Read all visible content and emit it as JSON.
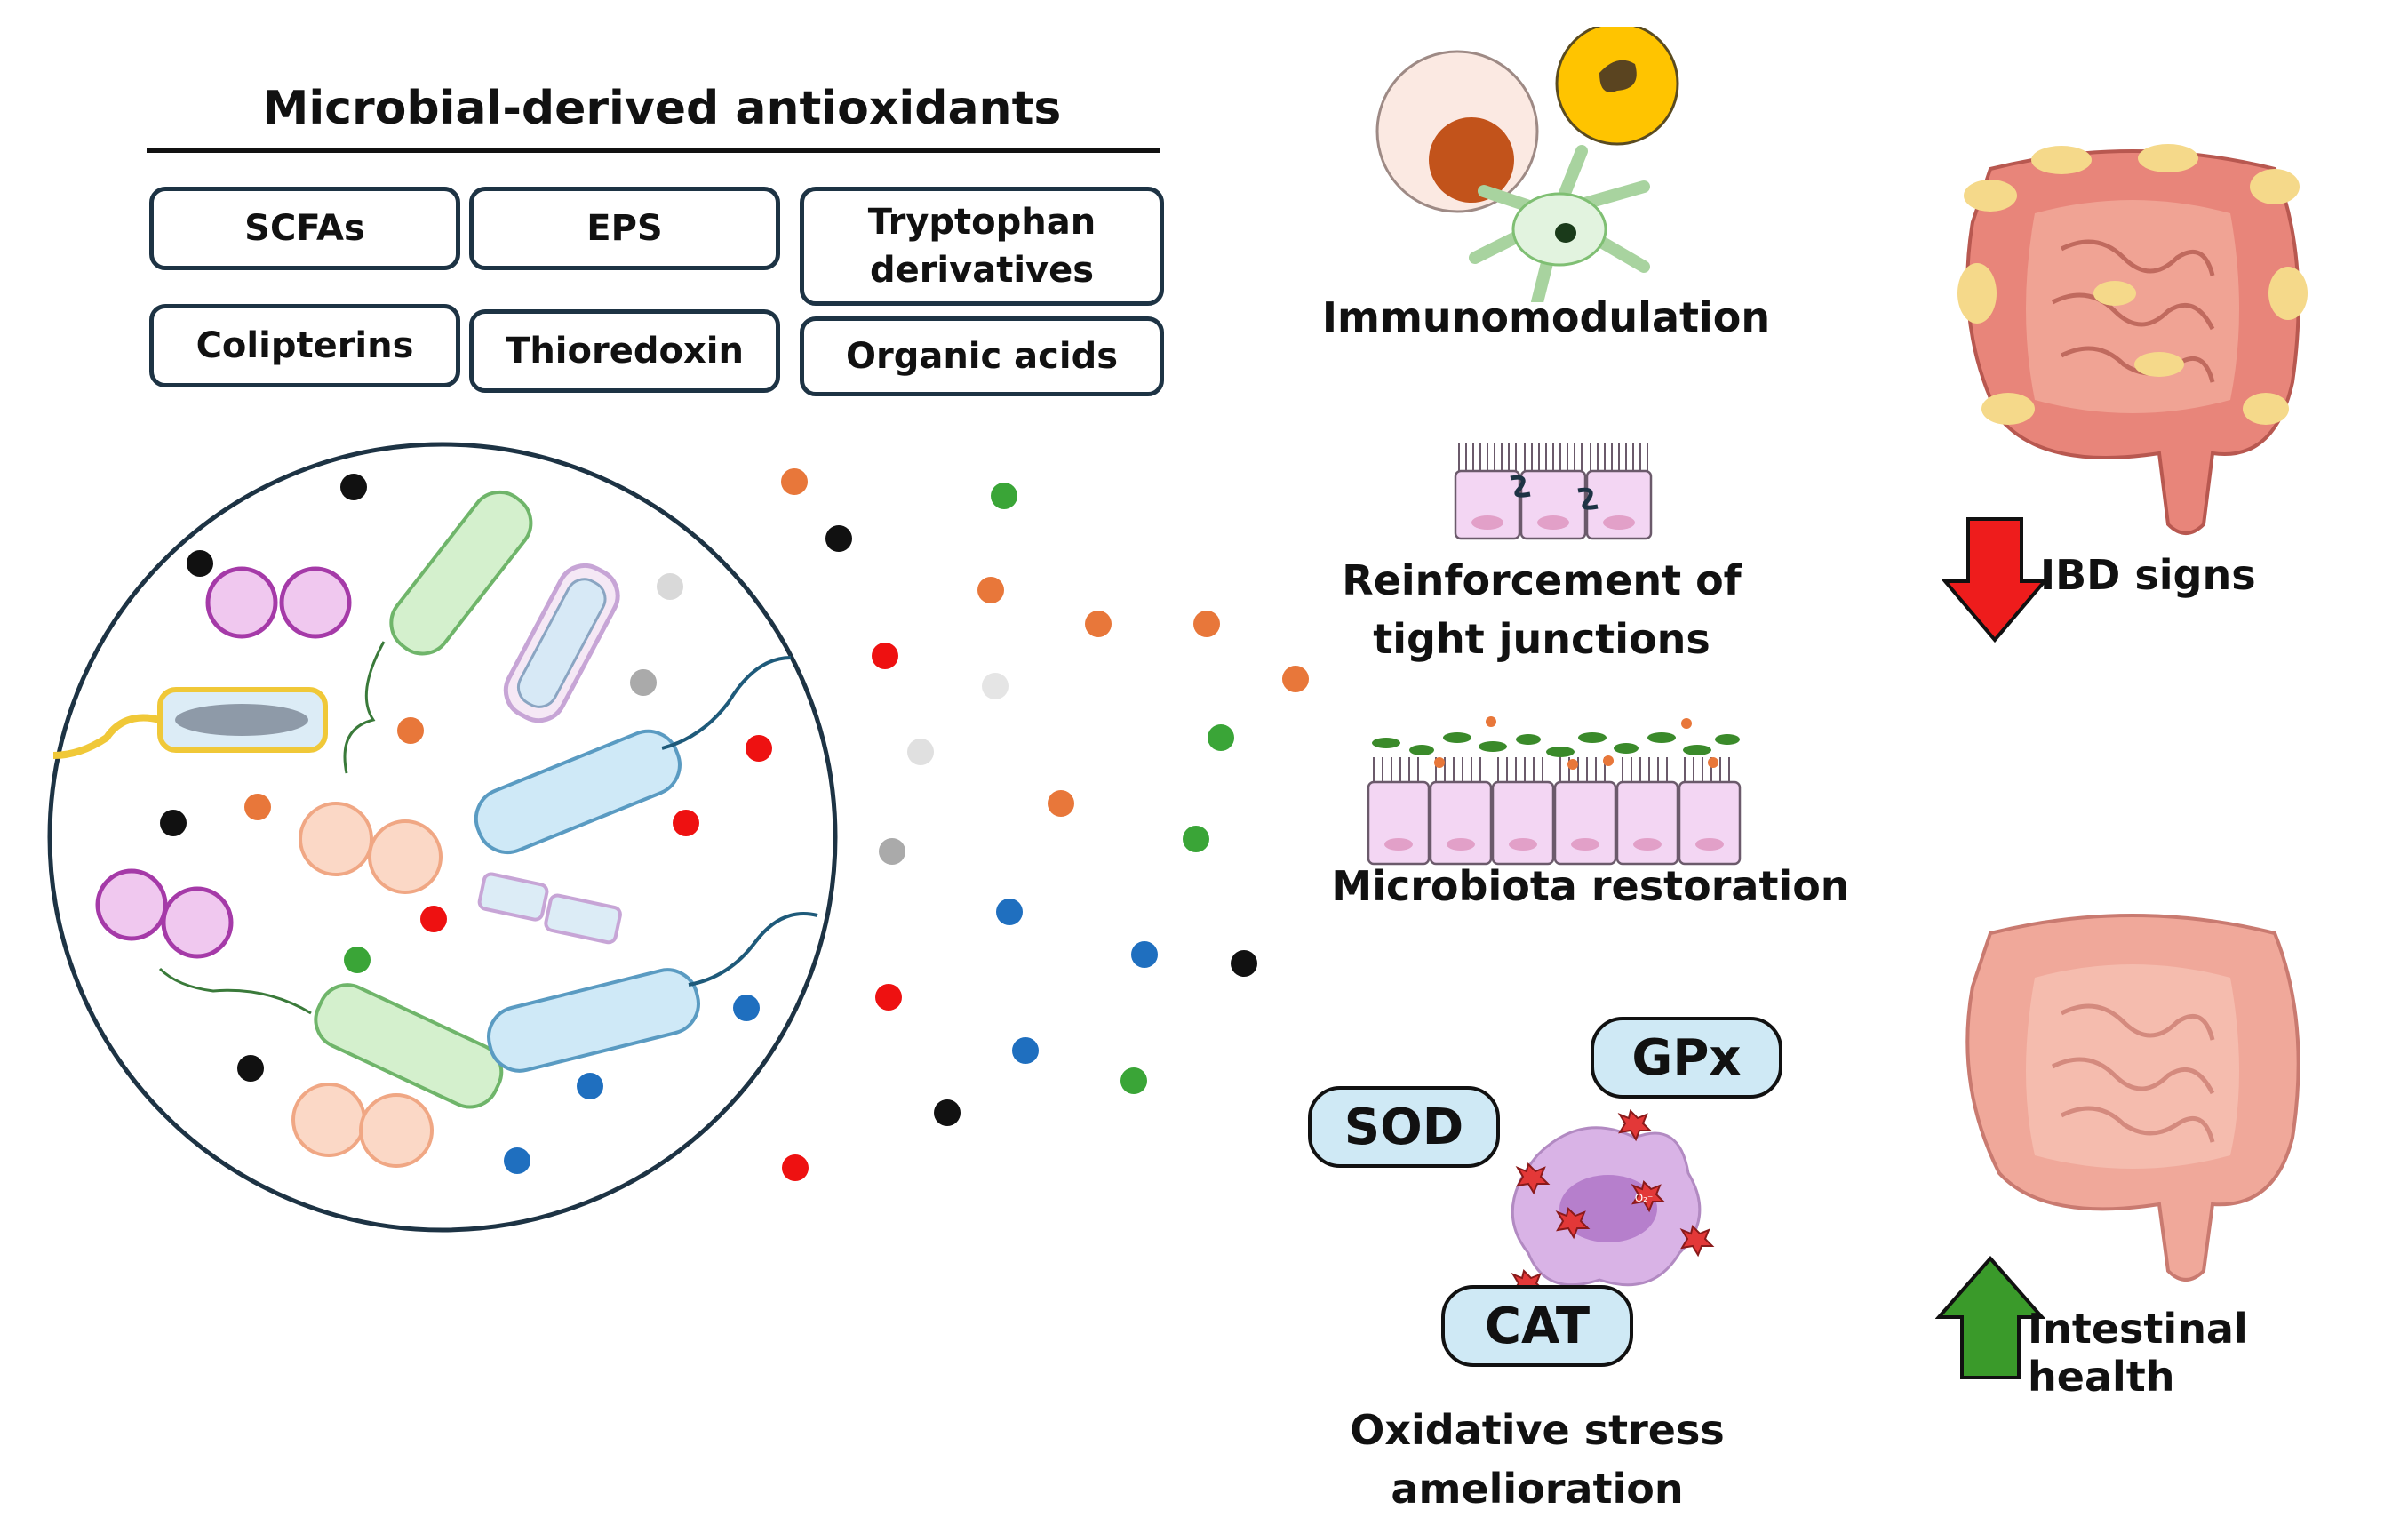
{
  "title": "Microbial-derived antioxidants",
  "metabolites": [
    "SCFAs",
    "EPS",
    "Tryptophan derivatives",
    "Colipterins",
    "Thioredoxin",
    "Organic acids"
  ],
  "effects": {
    "immunomodulation": "Immunomodulation",
    "tight_junctions": "Reinforcement of tight junctions",
    "microbiota": "Microbiota restoration",
    "oxidative": "Oxidative stress amelioration"
  },
  "enzymes": {
    "sod": "SOD",
    "gpx": "GPx",
    "cat": "CAT"
  },
  "ros_label": "O₂⁻",
  "outcomes": {
    "ibd": "IBD signs",
    "health": "Intestinal health"
  },
  "colors": {
    "arrow_down": "#ee1c1c",
    "arrow_up": "#3a9a2a",
    "enzyme_fill": "#cfe9f5",
    "box_border": "#1d3344",
    "dot_black": "#111111",
    "dot_orange": "#e8773a",
    "dot_green": "#3aa537",
    "dot_red": "#ee1111",
    "dot_blue": "#1f6fbf",
    "dot_grey": "#bdbdbd"
  }
}
